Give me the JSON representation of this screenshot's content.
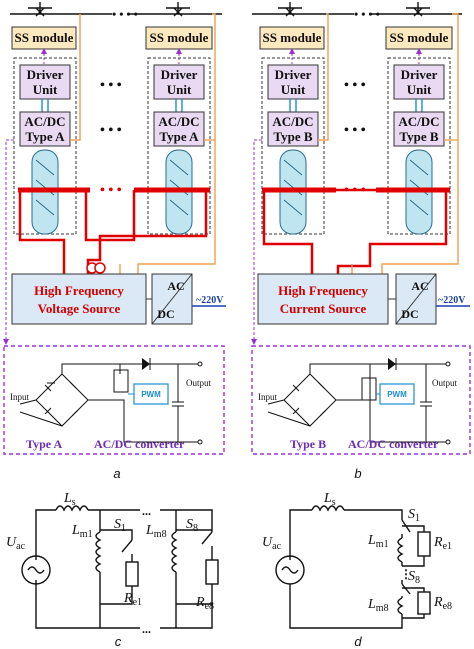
{
  "panel_a": {
    "ss_module_1": "SS module",
    "ss_module_2": "SS module",
    "dots_top": "• • • •",
    "driver_1_l1": "Driver",
    "driver_1_l2": "Unit",
    "driver_2_l1": "Driver",
    "driver_2_l2": "Unit",
    "acdc_1_l1": "AC/DC",
    "acdc_1_l2": "Type A",
    "acdc_2_l1": "AC/DC",
    "acdc_2_l2": "Type A",
    "dots_mid": "• • •",
    "source_l1": "High Frequency",
    "source_l2": "Voltage Source",
    "ac_label": "AC",
    "dc_label": "DC",
    "mains": "~220V",
    "converter_type": "Type A",
    "converter_name": "AC/DC converter",
    "input_label": "Input",
    "output_label": "Output",
    "pwm_label": "PWM",
    "caption": "a"
  },
  "panel_b": {
    "ss_module_1": "SS module",
    "ss_module_2": "SS module",
    "dots_top": "• • • •",
    "driver_1_l1": "Driver",
    "driver_1_l2": "Unit",
    "driver_2_l1": "Driver",
    "driver_2_l2": "Unit",
    "acdc_1_l1": "AC/DC",
    "acdc_1_l2": "Type B",
    "acdc_2_l1": "AC/DC",
    "acdc_2_l2": "Type B",
    "dots_mid": "• • •",
    "source_l1": "High Frequency",
    "source_l2": "Current Source",
    "ac_label": "AC",
    "dc_label": "DC",
    "mains": "~220V",
    "converter_type": "Type B",
    "converter_name": "AC/DC converter",
    "input_label": "Input",
    "output_label": "Output",
    "pwm_label": "PWM",
    "caption": "b"
  },
  "panel_c": {
    "Ls": "L",
    "Ls_sub": "s",
    "Uac": "U",
    "Uac_sub": "ac",
    "Lm1": "L",
    "Lm1_sub": "m1",
    "S1": "S",
    "S1_sub": "1",
    "Re1": "R",
    "Re1_sub": "e1",
    "Lm8": "L",
    "Lm8_sub": "m8",
    "S8": "S",
    "S8_sub": "8",
    "Re8": "R",
    "Re8_sub": "e8",
    "caption": "c"
  },
  "panel_d": {
    "Ls": "L",
    "Ls_sub": "s",
    "Uac": "U",
    "Uac_sub": "ac",
    "S1": "S",
    "S1_sub": "1",
    "Lm1": "L",
    "Lm1_sub": "m1",
    "Re1": "R",
    "Re1_sub": "e1",
    "S8": "S",
    "S8_sub": "8",
    "Lm8": "L",
    "Lm8_sub": "m8",
    "Re8": "R",
    "Re8_sub": "e8",
    "caption": "d"
  },
  "colors": {
    "module_fill": "#fde9c0",
    "driver_fill": "#ead9f2",
    "source_fill": "#dbe9f7",
    "power_line": "#e00000",
    "orange_line": "#f0a050",
    "purple_dash": "#9b30d9",
    "core_fill": "#bfe6f0"
  }
}
